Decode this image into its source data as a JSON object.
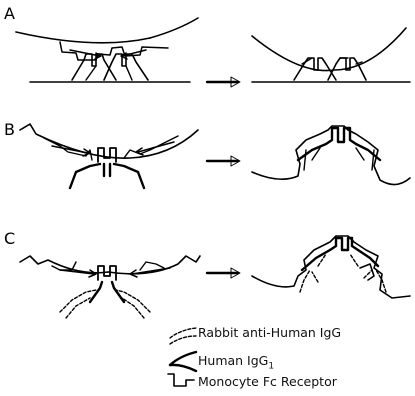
{
  "panels": [
    {
      "letter": "A"
    },
    {
      "letter": "B"
    },
    {
      "letter": "C"
    }
  ],
  "legend": {
    "items": [
      {
        "label": "Rabbit anti-Human IgG",
        "icon": "dashed-antibody-icon"
      },
      {
        "label": "Human IgG",
        "subscript": "1",
        "icon": "antibody-icon"
      },
      {
        "label": "Monocyte Fc Receptor",
        "icon": "fc-receptor-icon"
      }
    ]
  }
}
